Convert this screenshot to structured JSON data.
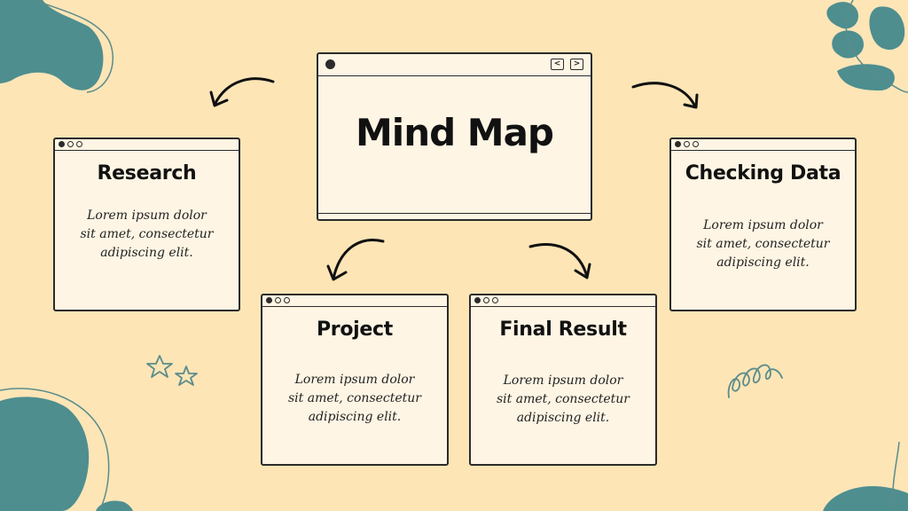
{
  "main": {
    "title": "Mind Map",
    "back_icon": "chevron-left-icon",
    "forward_icon": "chevron-right-icon"
  },
  "cards": {
    "research": {
      "title": "Research",
      "line1": "Lorem ipsum dolor",
      "line2": "sit amet, consectetur",
      "line3": "adipiscing elit."
    },
    "checking_data": {
      "title": "Checking Data",
      "line1": "Lorem ipsum dolor",
      "line2": "sit amet, consectetur",
      "line3": "adipiscing elit."
    },
    "project": {
      "title": "Project",
      "line1": "Lorem ipsum dolor",
      "line2": "sit amet, consectetur",
      "line3": "adipiscing elit."
    },
    "final_result": {
      "title": "Final Result",
      "line1": "Lorem ipsum dolor",
      "line2": "sit amet, consectetur",
      "line3": "adipiscing elit."
    }
  },
  "colors": {
    "background": "#fde5b6",
    "card": "#fef5e4",
    "teal": "#4e8e8f",
    "ink": "#2b2b2b"
  }
}
